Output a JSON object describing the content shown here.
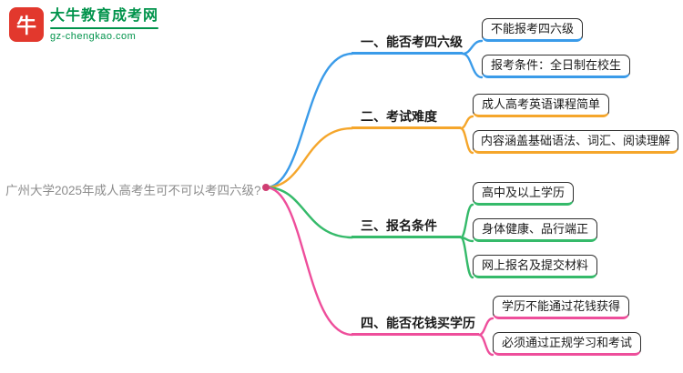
{
  "logo": {
    "icon_char": "牛",
    "site_name": "大牛教育成考网",
    "site_url": "gz-chengkao.com"
  },
  "root": {
    "label": "广州大学2025年成人高考生可不可以考四六级?"
  },
  "colors": {
    "branch1": "#3a9be9",
    "branch2": "#f5a62b",
    "branch3": "#35ba6a",
    "branch4": "#ee4e9b",
    "logo_red": "#e2382d",
    "logo_green": "#00934b",
    "root_text": "#8c8c8c",
    "root_dot": "#cf3e72"
  },
  "branches": [
    {
      "label": "一、能否考四六级",
      "leaves": [
        "不能报考四六级",
        "报考条件：全日制在校生"
      ]
    },
    {
      "label": "二、考试难度",
      "leaves": [
        "成人高考英语课程简单",
        "内容涵盖基础语法、词汇、阅读理解"
      ]
    },
    {
      "label": "三、报名条件",
      "leaves": [
        "高中及以上学历",
        "身体健康、品行端正",
        "网上报名及提交材料"
      ]
    },
    {
      "label": "四、能否花钱买学历",
      "leaves": [
        "学历不能通过花钱获得",
        "必须通过正规学习和考试"
      ]
    }
  ]
}
